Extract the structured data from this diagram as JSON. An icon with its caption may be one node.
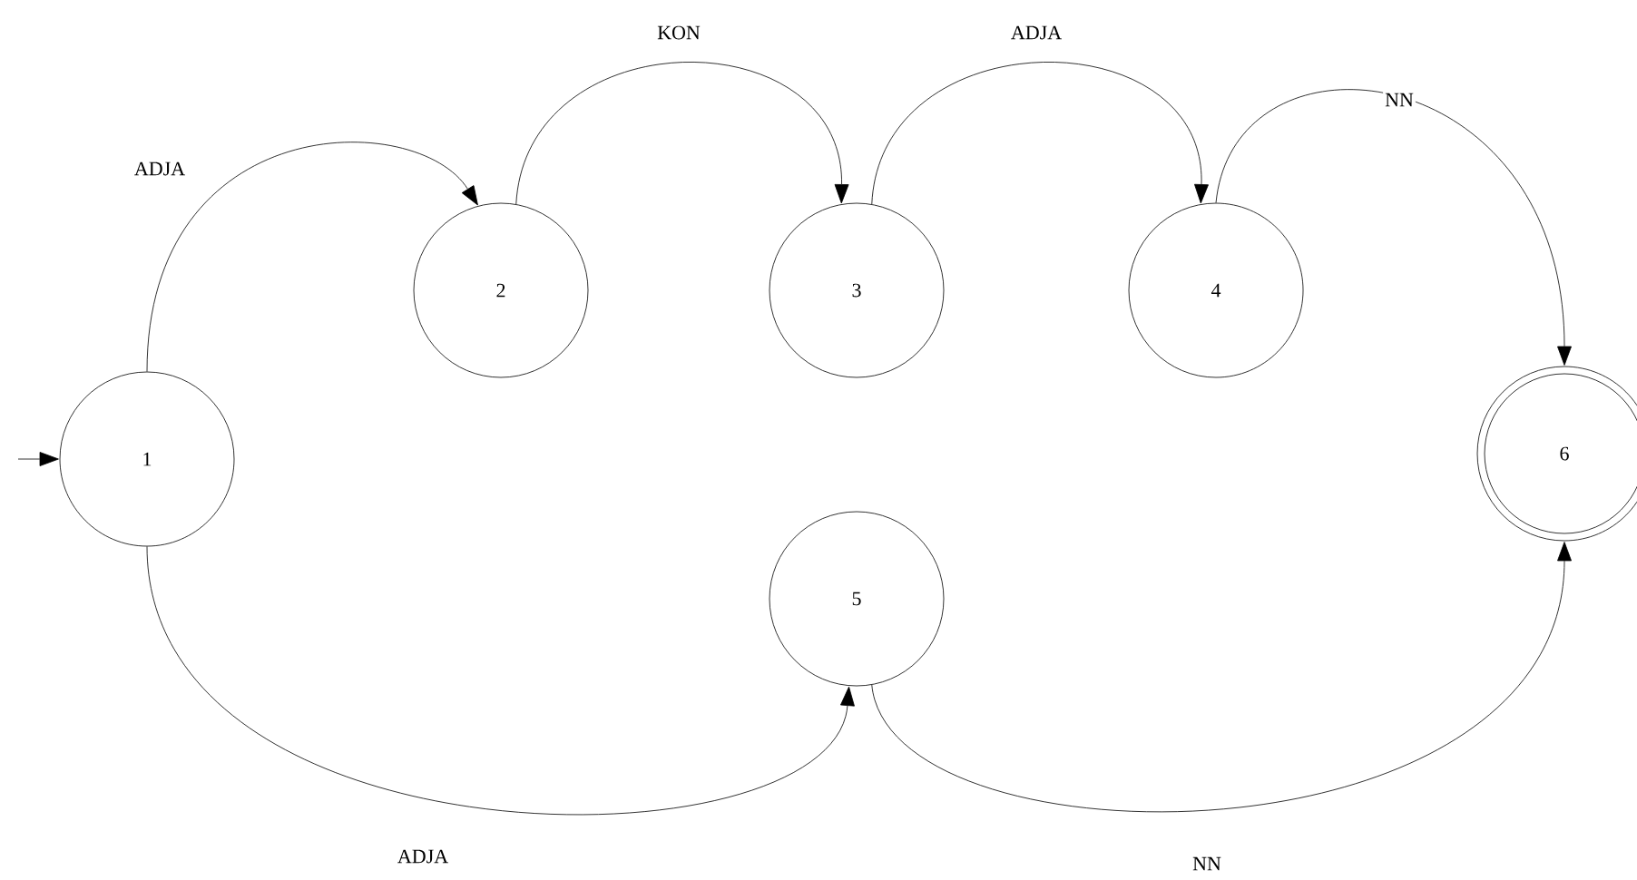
{
  "diagram": {
    "nodes": [
      {
        "text": [
          "1"
        ]
      },
      {
        "text": [
          "2"
        ]
      },
      {
        "text": [
          "3"
        ]
      },
      {
        "text": [
          "4"
        ]
      },
      {
        "text": [
          "5"
        ]
      },
      {
        "text": [
          "6"
        ]
      }
    ],
    "edges": [
      {
        "from": null,
        "to": 0,
        "arrow": "to"
      },
      {
        "from": 0,
        "to": 1,
        "arrow": "to",
        "label": "ADJA"
      },
      {
        "from": 1,
        "to": 2,
        "arrow": "to",
        "label": "KON"
      },
      {
        "from": 2,
        "to": 3,
        "arrow": "to",
        "label": "ADJA"
      },
      {
        "from": 3,
        "to": 5,
        "arrow": "to",
        "label": "NN"
      },
      {
        "from": 0,
        "to": 4,
        "arrow": "to",
        "label": "ADJA"
      },
      {
        "from": 4,
        "to": 5,
        "arrow": "to",
        "label": "NN"
      }
    ]
  }
}
